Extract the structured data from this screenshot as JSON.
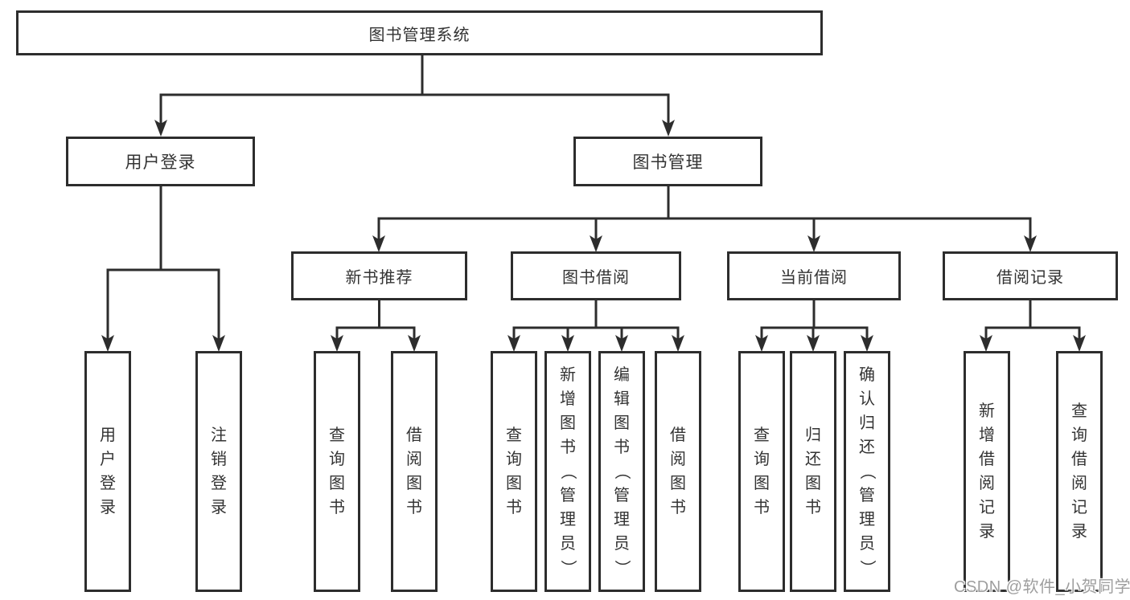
{
  "tree": {
    "root": "图书管理系统",
    "children": [
      {
        "label": "用户登录",
        "children": [
          {
            "label": "用户登录"
          },
          {
            "label": "注销登录"
          }
        ]
      },
      {
        "label": "图书管理",
        "children": [
          {
            "label": "新书推荐",
            "children": [
              {
                "label": "查询图书"
              },
              {
                "label": "借阅图书"
              }
            ]
          },
          {
            "label": "图书借阅",
            "children": [
              {
                "label": "查询图书"
              },
              {
                "label": "新增图书（管理员）"
              },
              {
                "label": "编辑图书（管理员）"
              },
              {
                "label": "借阅图书"
              }
            ]
          },
          {
            "label": "当前借阅",
            "children": [
              {
                "label": "查询图书"
              },
              {
                "label": "归还图书"
              },
              {
                "label": "确认归还（管理员）"
              }
            ]
          },
          {
            "label": "借阅记录",
            "children": [
              {
                "label": "新增借阅记录"
              },
              {
                "label": "查询借阅记录"
              }
            ]
          }
        ]
      }
    ]
  },
  "watermark": "CSDN @软件_小贺同学",
  "colors": {
    "line": "#2d2d2d",
    "text": "#333333",
    "watermark": "#9e9e9e",
    "background": "#ffffff"
  }
}
